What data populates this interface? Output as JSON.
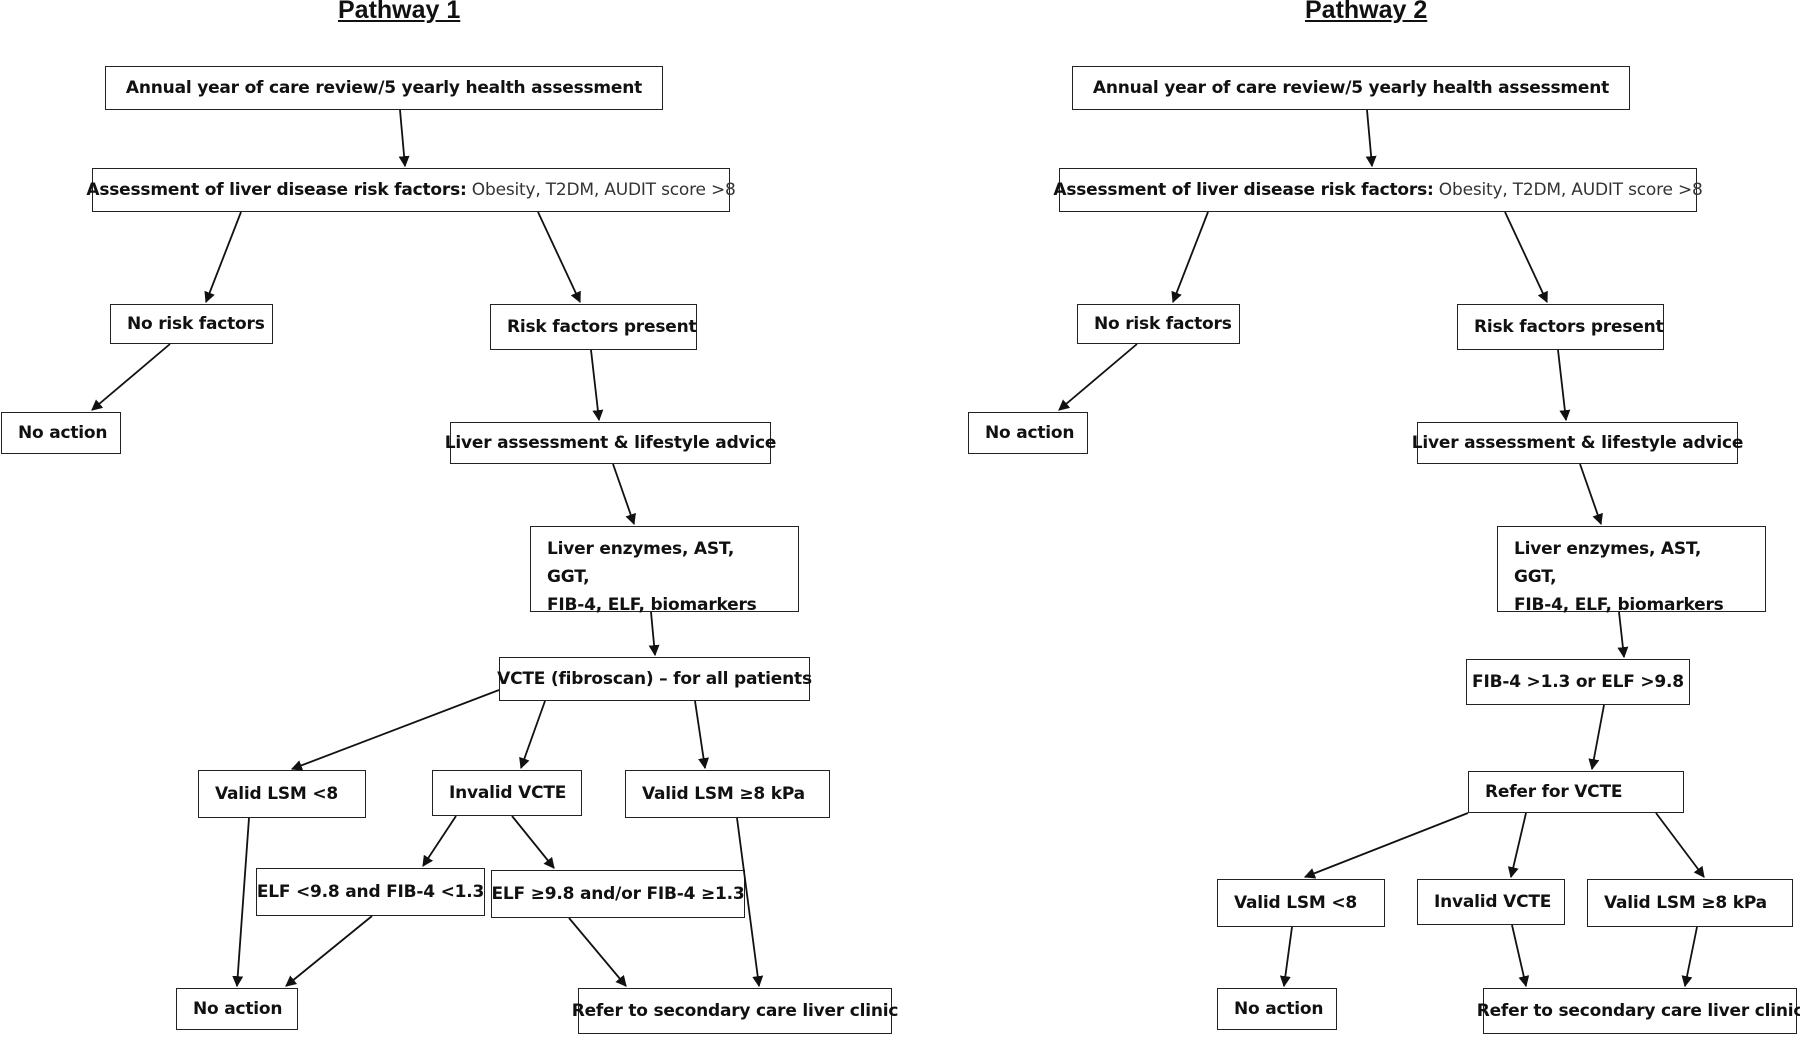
{
  "pathway1": {
    "title": "Pathway 1",
    "annual_review": "Annual year of care review/5 yearly health assessment",
    "risk_assessment_bold": "Assessment of liver disease risk factors:",
    "risk_assessment_rest": " Obesity, T2DM, AUDIT score >8",
    "no_risk": "No risk factors",
    "risk_present": "Risk factors present",
    "no_action_top": "No action",
    "liver_assessment": "Liver assessment & lifestyle advice",
    "enzymes_line1": "Liver enzymes, AST, GGT,",
    "enzymes_line2": "FIB-4, ELF, biomarkers",
    "vcte_all": "VCTE (fibroscan) – for all patients",
    "valid_lsm_low": "Valid LSM <8",
    "invalid_vcte": "Invalid VCTE",
    "valid_lsm_high": "Valid LSM ≥8 kPa",
    "elf_low": "ELF <9.8 and FIB-4 <1.3",
    "elf_high": "ELF ≥9.8 and/or FIB-4 ≥1.3",
    "no_action_bottom": "No action",
    "refer": "Refer to secondary care liver clinic"
  },
  "pathway2": {
    "title": "Pathway 2",
    "annual_review": "Annual year of care review/5 yearly health assessment",
    "risk_assessment_bold": "Assessment of liver disease risk factors:",
    "risk_assessment_rest": " Obesity, T2DM, AUDIT score >8",
    "no_risk": "No risk factors",
    "risk_present": "Risk factors present",
    "no_action_top": "No action",
    "liver_assessment": "Liver assessment & lifestyle advice",
    "enzymes_line1": "Liver enzymes, AST, GGT,",
    "enzymes_line2": "FIB-4, ELF, biomarkers",
    "fib4_threshold": "FIB-4 >1.3 or ELF >9.8",
    "refer_vcte": "Refer for VCTE",
    "valid_lsm_low": "Valid LSM <8",
    "invalid_vcte": "Invalid VCTE",
    "valid_lsm_high": "Valid LSM ≥8 kPa",
    "no_action_bottom": "No action",
    "refer": "Refer to secondary care liver clinic"
  }
}
